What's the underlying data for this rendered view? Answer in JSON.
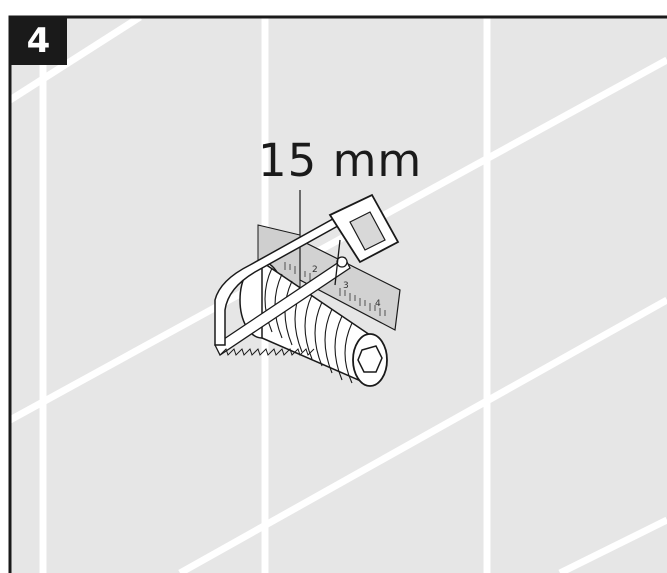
{
  "step": {
    "number": "4"
  },
  "measurement": {
    "label": "15 mm"
  },
  "ruler": {
    "ticks": [
      "2",
      "3",
      "4"
    ]
  },
  "colors": {
    "tile": "#e6e6e6",
    "grout": "#ffffff",
    "outline": "#1a1a1a",
    "badge": "#1a1a1a",
    "ruler": "#d2d2d2"
  },
  "icons": [
    "hacksaw-icon",
    "threaded-pipe-icon",
    "ruler-icon"
  ]
}
